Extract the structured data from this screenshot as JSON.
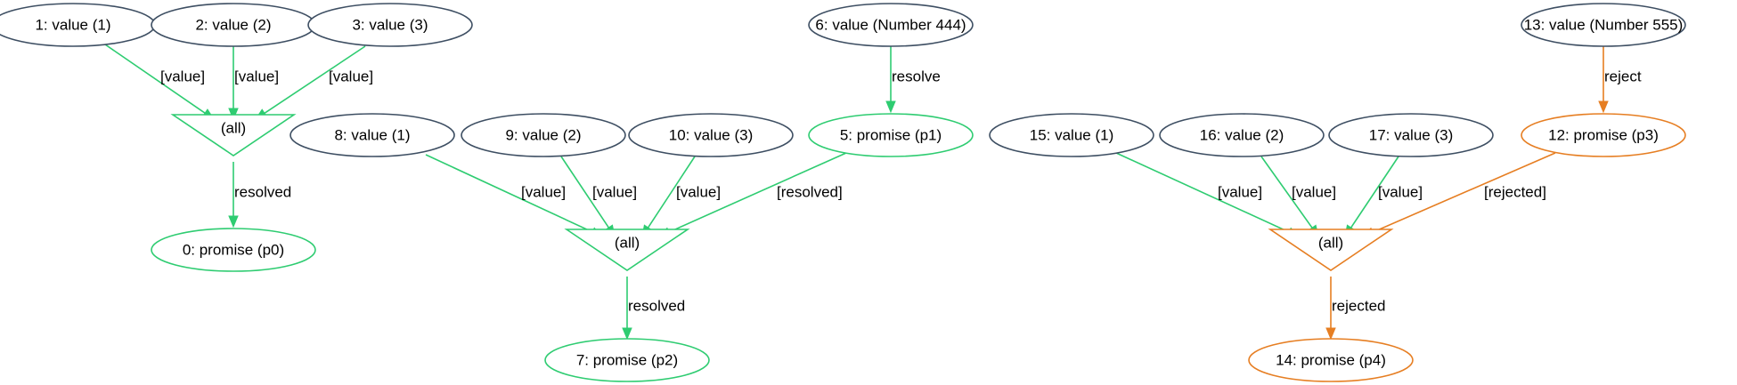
{
  "colors": {
    "value_node": "#3d4e62",
    "resolved": "#2ecc71",
    "rejected": "#e67e22",
    "text": "#000000"
  },
  "nodes": [
    {
      "id": "n1",
      "kind": "value",
      "label": "1: value (1)"
    },
    {
      "id": "n2",
      "kind": "value",
      "label": "2: value (2)"
    },
    {
      "id": "n3",
      "kind": "value",
      "label": "3: value (3)"
    },
    {
      "id": "all1",
      "kind": "all",
      "label": "(all)",
      "state": "resolved"
    },
    {
      "id": "n0",
      "kind": "promise",
      "label": "0: promise (p0)",
      "state": "resolved"
    },
    {
      "id": "n6",
      "kind": "value",
      "label": "6: value (Number 444)"
    },
    {
      "id": "n5",
      "kind": "promise",
      "label": "5: promise (p1)",
      "state": "resolved"
    },
    {
      "id": "n8",
      "kind": "value",
      "label": "8: value (1)"
    },
    {
      "id": "n9",
      "kind": "value",
      "label": "9: value (2)"
    },
    {
      "id": "n10",
      "kind": "value",
      "label": "10: value (3)"
    },
    {
      "id": "all2",
      "kind": "all",
      "label": "(all)",
      "state": "resolved"
    },
    {
      "id": "n7",
      "kind": "promise",
      "label": "7: promise (p2)",
      "state": "resolved"
    },
    {
      "id": "n13",
      "kind": "value",
      "label": "13: value (Number 555)"
    },
    {
      "id": "n12",
      "kind": "promise",
      "label": "12: promise (p3)",
      "state": "rejected"
    },
    {
      "id": "n15",
      "kind": "value",
      "label": "15: value (1)"
    },
    {
      "id": "n16",
      "kind": "value",
      "label": "16: value (2)"
    },
    {
      "id": "n17",
      "kind": "value",
      "label": "17: value (3)"
    },
    {
      "id": "all3",
      "kind": "all",
      "label": "(all)",
      "state": "rejected"
    },
    {
      "id": "n14",
      "kind": "promise",
      "label": "14: promise (p4)",
      "state": "rejected"
    }
  ],
  "edges": [
    {
      "from": "n1",
      "to": "all1",
      "label": "[value]",
      "state": "resolved"
    },
    {
      "from": "n2",
      "to": "all1",
      "label": "[value]",
      "state": "resolved"
    },
    {
      "from": "n3",
      "to": "all1",
      "label": "[value]",
      "state": "resolved"
    },
    {
      "from": "all1",
      "to": "n0",
      "label": "resolved",
      "state": "resolved"
    },
    {
      "from": "n6",
      "to": "n5",
      "label": "resolve",
      "state": "resolved"
    },
    {
      "from": "n8",
      "to": "all2",
      "label": "[value]",
      "state": "resolved"
    },
    {
      "from": "n9",
      "to": "all2",
      "label": "[value]",
      "state": "resolved"
    },
    {
      "from": "n10",
      "to": "all2",
      "label": "[value]",
      "state": "resolved"
    },
    {
      "from": "n5",
      "to": "all2",
      "label": "[resolved]",
      "state": "resolved"
    },
    {
      "from": "all2",
      "to": "n7",
      "label": "resolved",
      "state": "resolved"
    },
    {
      "from": "n13",
      "to": "n12",
      "label": "reject",
      "state": "rejected"
    },
    {
      "from": "n15",
      "to": "all3",
      "label": "[value]",
      "state": "resolved"
    },
    {
      "from": "n16",
      "to": "all3",
      "label": "[value]",
      "state": "resolved"
    },
    {
      "from": "n17",
      "to": "all3",
      "label": "[value]",
      "state": "resolved"
    },
    {
      "from": "n12",
      "to": "all3",
      "label": "[rejected]",
      "state": "rejected"
    },
    {
      "from": "all3",
      "to": "n14",
      "label": "rejected",
      "state": "rejected"
    }
  ]
}
